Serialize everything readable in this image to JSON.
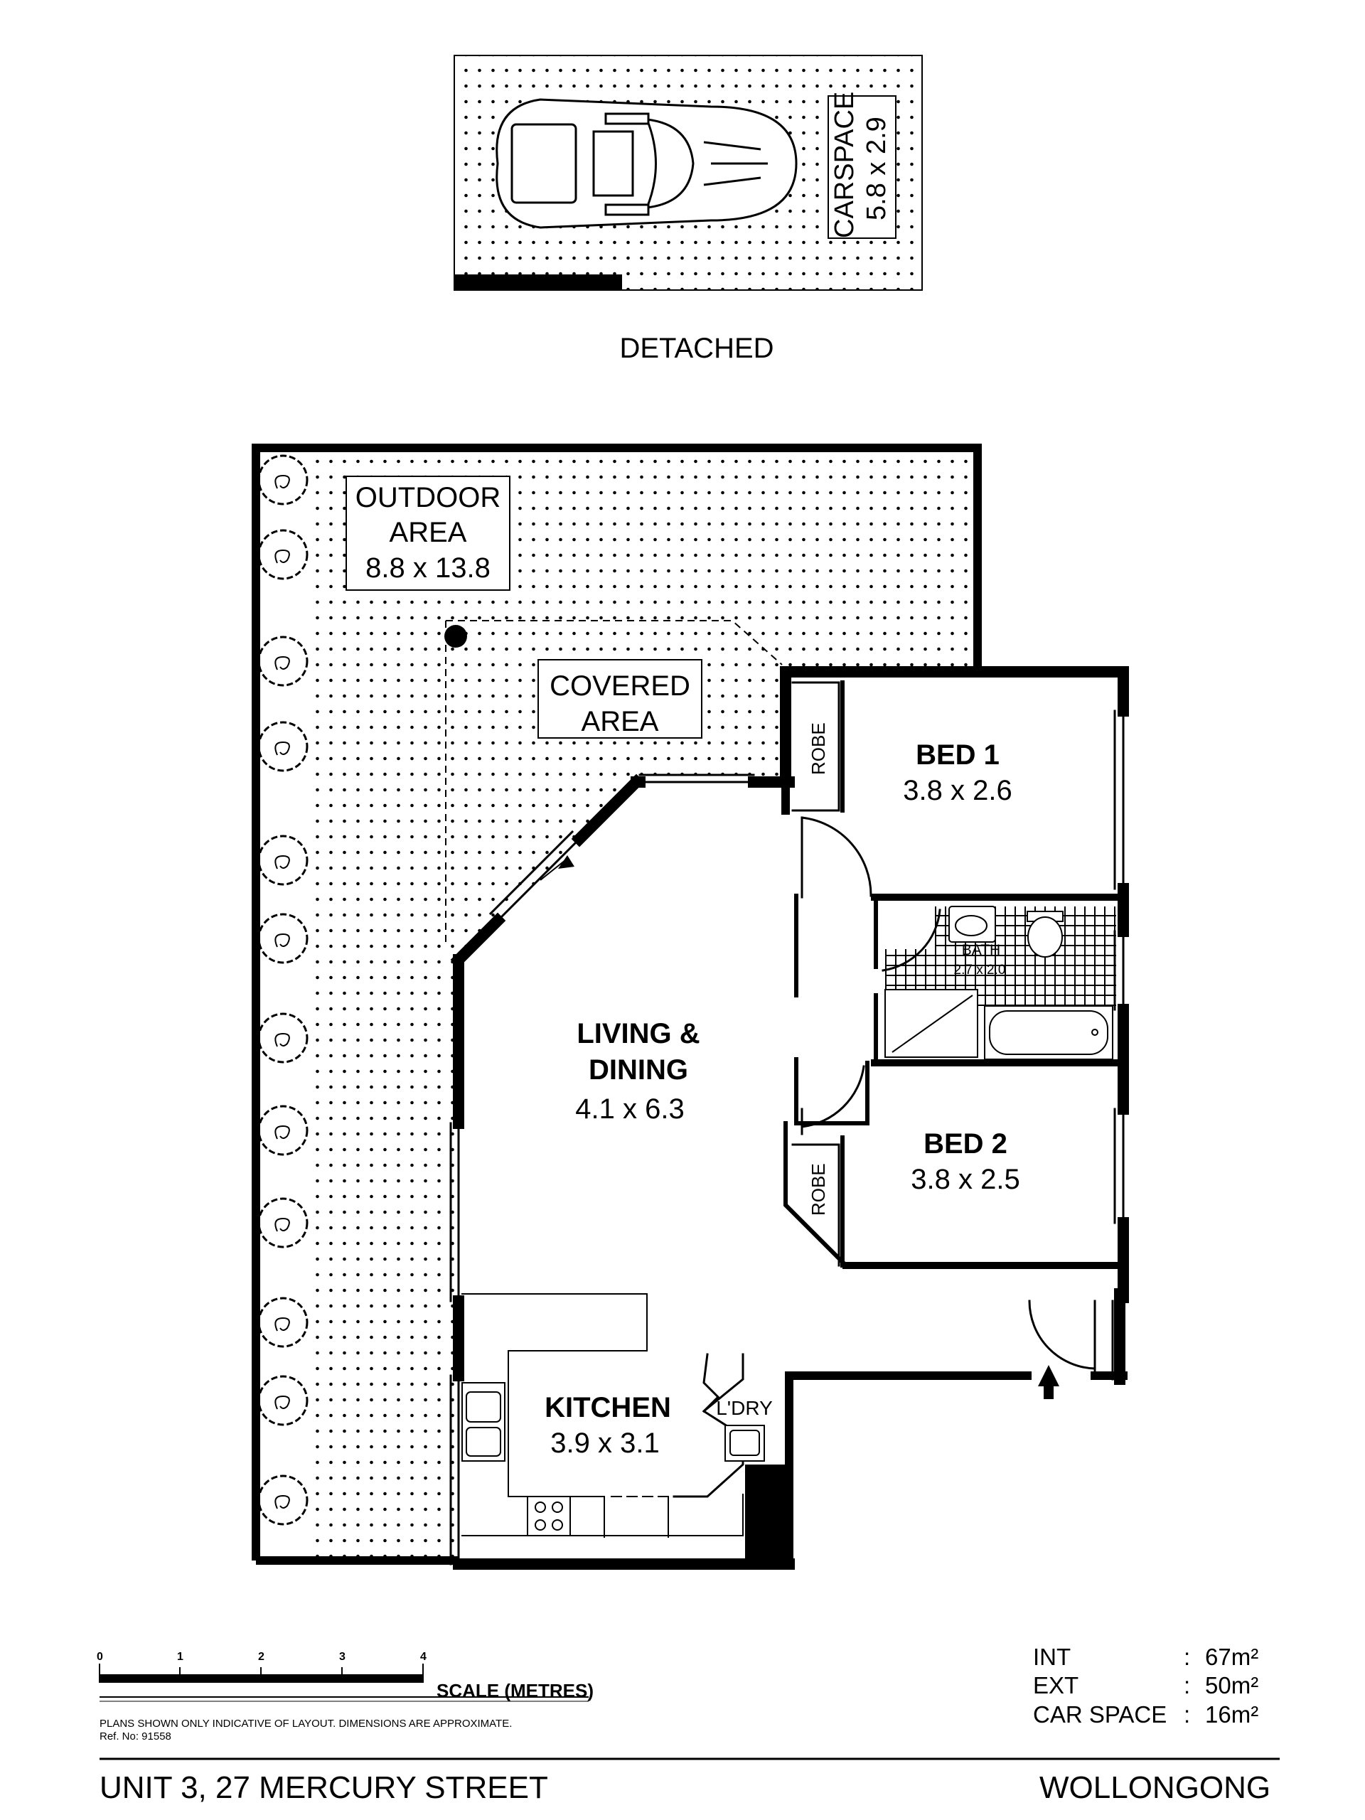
{
  "carspace": {
    "name": "CARSPACE",
    "dims": "5.8 x 2.9",
    "caption": "DETACHED"
  },
  "rooms": {
    "outdoor": {
      "line1": "OUTDOOR",
      "line2": "AREA",
      "dims": "8.8 x 13.8"
    },
    "covered": {
      "line1": "COVERED",
      "line2": "AREA"
    },
    "bed1": {
      "name": "BED 1",
      "dims": "3.8 x 2.6",
      "robe": "ROBE"
    },
    "bed2": {
      "name": "BED 2",
      "dims": "3.8 x 2.5",
      "robe": "ROBE"
    },
    "bath": {
      "name": "BATH",
      "dims": "2.7 x 2.0"
    },
    "living": {
      "line1": "LIVING &",
      "line2": "DINING",
      "dims": "4.1 x 6.3"
    },
    "kitchen": {
      "name": "KITCHEN",
      "dims": "3.9 x 3.1"
    },
    "laundry": {
      "name": "L'DRY"
    }
  },
  "scale": {
    "ticks": [
      "0",
      "1",
      "2",
      "3",
      "4"
    ],
    "label": "SCALE (METRES)"
  },
  "disclaimer": "PLANS SHOWN ONLY INDICATIVE OF LAYOUT.  DIMENSIONS ARE APPROXIMATE.",
  "ref": "Ref. No: 91558",
  "areas": [
    {
      "label": "INT",
      "sep": ":",
      "value": "67m²"
    },
    {
      "label": "EXT",
      "sep": ":",
      "value": "50m²"
    },
    {
      "label": "CAR SPACE",
      "sep": ":",
      "value": "16m²"
    }
  ],
  "address": "UNIT 3, 27 MERCURY STREET",
  "suburb": "WOLLONGONG"
}
